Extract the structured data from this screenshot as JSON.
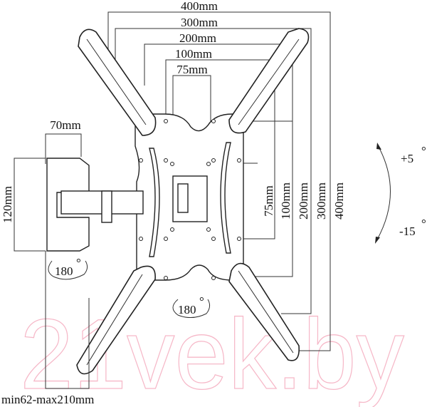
{
  "watermark": "21vek.by",
  "vesa_horizontal": [
    "400mm",
    "300mm",
    "200mm",
    "100mm",
    "75mm"
  ],
  "vesa_vertical": [
    "75mm",
    "100mm",
    "200mm",
    "300mm",
    "400mm"
  ],
  "arm_depth": "70mm",
  "wall_plate_height": "120mm",
  "extension_range": "min62-max210mm",
  "swivel_wall": "180",
  "swivel_tv": "180",
  "tilt_up": "+5",
  "tilt_down": "-15",
  "degree_symbol": "°"
}
